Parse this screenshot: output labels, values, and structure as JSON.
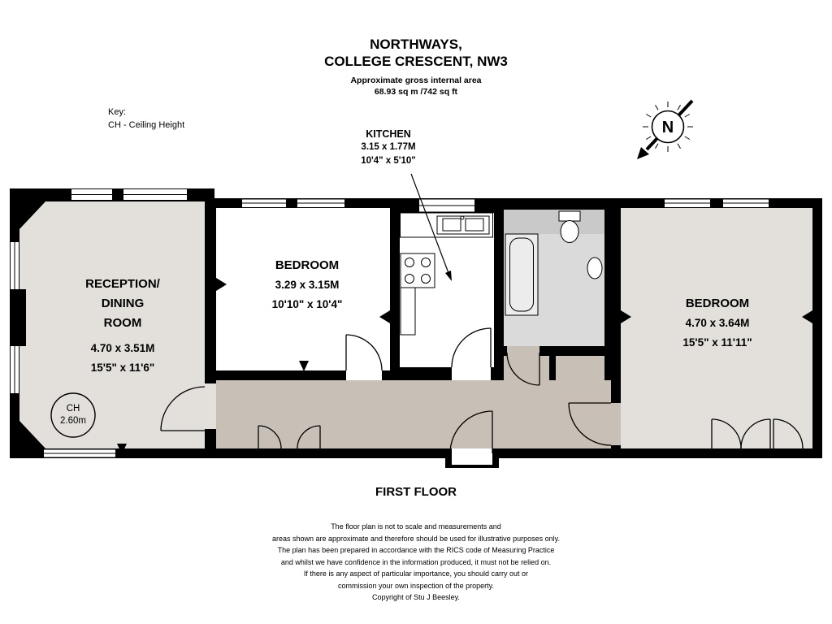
{
  "header": {
    "title_line1": "NORTHWAYS,",
    "title_line2": "COLLEGE CRESCENT, NW3",
    "area_note": "Approximate gross internal area",
    "area_value": "68.93 sq m /742 sq ft"
  },
  "key": {
    "label": "Key:",
    "entry": "CH - Ceiling Height"
  },
  "compass": {
    "letter": "N"
  },
  "kitchen_callout": {
    "name": "KITCHEN",
    "metric": "3.15 x 1.77M",
    "imperial": "10'4\" x 5'10\""
  },
  "rooms": {
    "reception": {
      "name": "RECEPTION/\nDINING\nROOM",
      "metric": "4.70 x 3.51M",
      "imperial": "15'5\" x 11'6\"",
      "ch_label": "CH",
      "ch_value": "2.60m"
    },
    "bedroom1": {
      "name": "BEDROOM",
      "metric": "3.29 x 3.15M",
      "imperial": "10'10\" x 10'4\""
    },
    "bedroom2": {
      "name": "BEDROOM",
      "metric": "4.70 x 3.64M",
      "imperial": "15'5\" x 11'11\""
    }
  },
  "floor_label": "FIRST FLOOR",
  "disclaimer": {
    "lines": [
      "The floor plan is not to scale and measurements and",
      "areas shown are approximate and therefore should be used for illustrative purposes only.",
      "The plan has been prepared in accordance with the RICS code of Measuring Practice",
      "and whilst we have confidence in the information produced, it must not be relied on.",
      "If there is any aspect of particular importance, you should carry out or",
      "commission your own inspection of the property.",
      "Copyright of Stu J Beesley."
    ]
  },
  "colors": {
    "wall": "#000000",
    "room_shaded": "#e3e0dc",
    "corridor": "#c8c0b6",
    "bathroom": "#dadada"
  }
}
